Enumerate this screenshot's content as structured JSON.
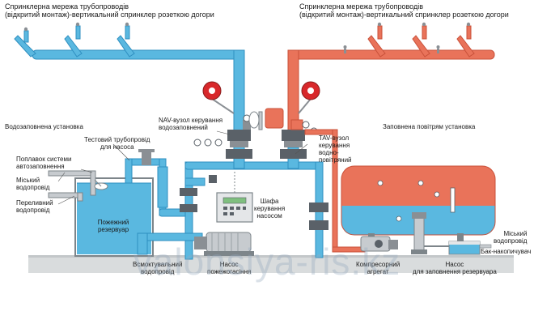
{
  "labels": {
    "network_left": "Спринклерна мережа трубопроводів\n(відкритий монтаж)-вертикальний спринклер розеткою догори",
    "network_right": "Спринклерна мережа трубопроводів\n(відкритий монтаж)-вертикальний спринклер розеткою догори",
    "water_install": "Водозаповнена установка",
    "air_install": "Заповнена повітрям установка",
    "nav_node": "NAV-вузол керування\nводозаповнений",
    "tav_node": "TAV-вузол\nкерування\nводно-\nповітряний",
    "test_pipe": "Тестовий трубопровід\nдля насоса",
    "float_valve": "Поплавок системи\nавтозаповнення",
    "city_water_left": "Міський\nводопровід",
    "overflow": "Переливний\nводопровід",
    "fire_tank": "Пожежний\nрезервуар",
    "pump_cabinet": "Шафа\nкерування\nнасосом",
    "suction_pipe": "Всмоктувальний\nводопровід",
    "fire_pump": "Насос\nпожежогасіння",
    "compressor": "Компресорний\nагрегат",
    "fill_pump": "Насос\nдля заповнення резервуара",
    "city_water_right": "Міський\nводопровід",
    "storage_tank": "Бак-накопичувач"
  },
  "watermark": "valonsiya-ris.kz",
  "colors": {
    "water": "#5ab8e0",
    "water_dark": "#2f8fc0",
    "air": "#e9735a",
    "air_dark": "#c9513a",
    "ground": "#d9dcdd",
    "steel": "#8a8f94",
    "gauge_red": "#d8282b"
  }
}
